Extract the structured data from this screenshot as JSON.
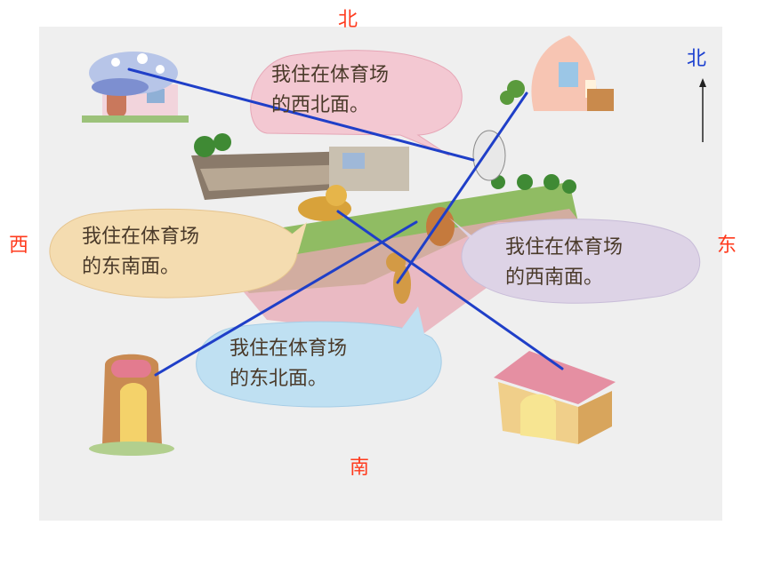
{
  "compass": {
    "north": "北",
    "south": "南",
    "west": "西",
    "east": "东",
    "north_arrow_label": "北",
    "label_color": "#ff3b1e",
    "arrow_label_color": "#1a3fd0"
  },
  "bubbles": {
    "northwest": {
      "line1": "我住在体育场",
      "line2": "的西北面。",
      "fill": "#f3c8d2"
    },
    "southeast_left": {
      "line1": "我住在体育场",
      "line2": "的东南面。",
      "fill": "#f4dcb0"
    },
    "southwest_right": {
      "line1": "我住在体育场",
      "line2": "的西南面。",
      "fill": "#ddd3e6"
    },
    "northeast": {
      "line1": "我住在体育场",
      "line2": "的东北面。",
      "fill": "#bfe0f2"
    }
  },
  "connector_color": "#1f3fc8",
  "icons": {
    "mushroom_house": "mushroom-house-icon",
    "peach_house": "peach-house-icon",
    "tree_stump_house": "tree-stump-house-icon",
    "dog_house": "doghouse-icon",
    "stadium": "stadium-icon"
  }
}
